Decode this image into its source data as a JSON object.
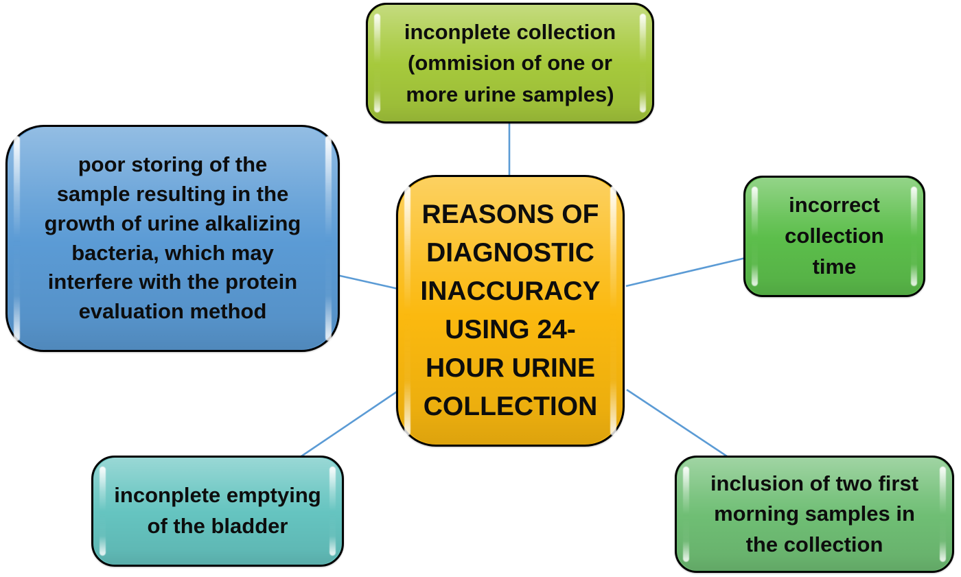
{
  "diagram": {
    "connector_color": "#5b9bd5",
    "border_color": "#000000",
    "nodes": {
      "center": {
        "text": "REASONS OF\nDIAGNOSTIC\nINACCURACY\nUSING 24-\nHOUR URINE\nCOLLECTION",
        "color": "#FBB90F"
      },
      "top": {
        "text": "inconplete collection\n(ommision of one or\nmore urine samples)",
        "color": "#A6C93C"
      },
      "left": {
        "text": "poor storing of the\nsample resulting in the\ngrowth of urine alkalizing\nbacteria, which may\ninterfere with the protein\nevaluation method",
        "color": "#5B9BD5"
      },
      "right": {
        "text": "incorrect\ncollection\ntime",
        "color": "#5CBE4B"
      },
      "bottom_left": {
        "text": "inconplete emptying\nof the bladder",
        "color": "#65C4C0"
      },
      "bottom_right": {
        "text": "inclusion of two first\nmorning samples in\nthe collection",
        "color": "#6FBE74"
      }
    }
  }
}
